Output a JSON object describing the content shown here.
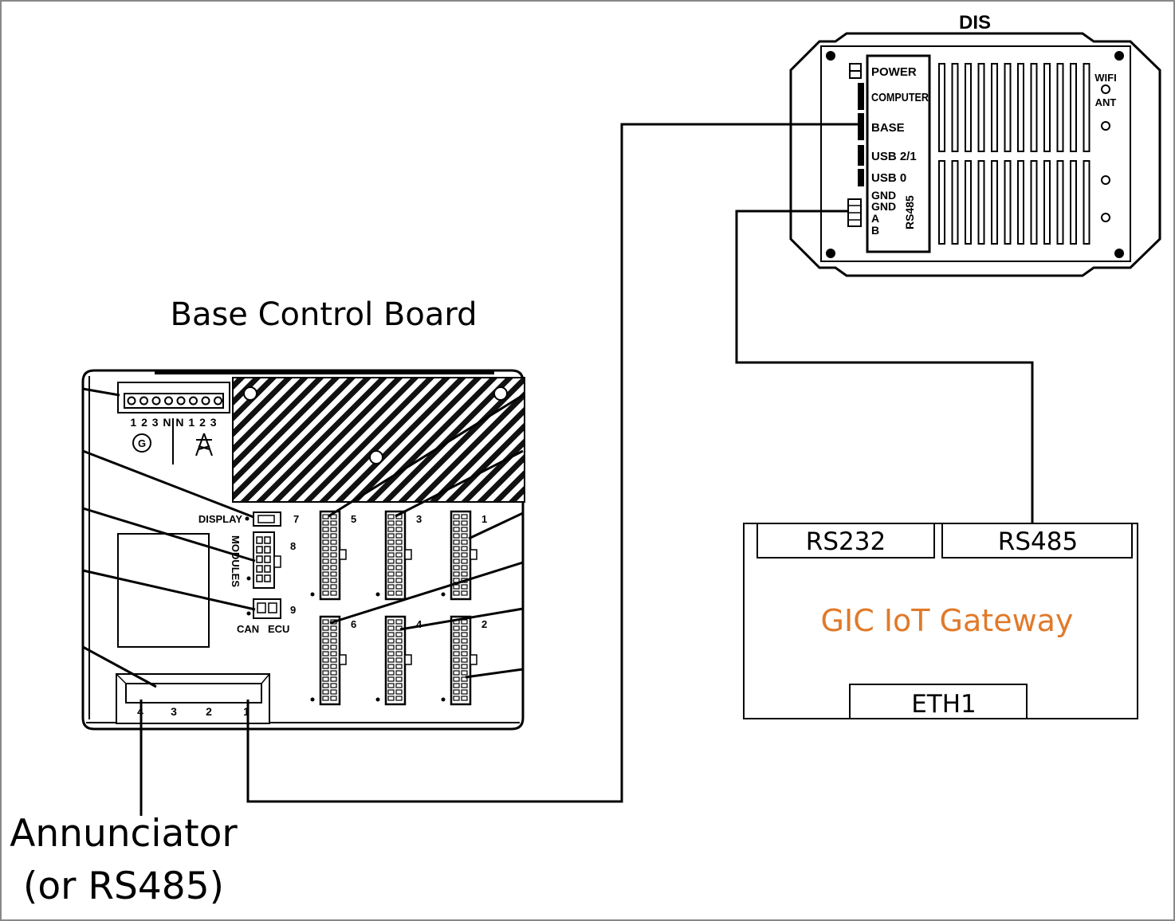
{
  "dis": {
    "title": "DIS",
    "labels": {
      "power": "POWER",
      "computer": "COMPUTER",
      "base": "BASE",
      "usb21": "USB 2/1",
      "usb0": "USB 0",
      "gnd1": "GND",
      "gnd2": "GND",
      "a": "A",
      "b": "B",
      "rs485": "RS485",
      "wifi": "WIFI",
      "ant": "ANT"
    }
  },
  "base_board": {
    "title": "Base Control Board",
    "terminal_labels": "1 2 3 N N 1 2 3",
    "display": "DISPLAY",
    "modules": "MODULES",
    "can": "CAN",
    "ecu": "ECU",
    "ports": {
      "p1": "1",
      "p2": "2",
      "p3": "3",
      "p4": "4",
      "p5": "5",
      "p6": "6",
      "p7": "7",
      "p8": "8",
      "p9": "9"
    },
    "annunciator_pins": {
      "pin4": "4",
      "pin3": "3",
      "pin2": "2",
      "pin1": "1"
    }
  },
  "gateway": {
    "title": "GIC IoT Gateway",
    "rs232": "RS232",
    "rs485": "RS485",
    "eth1": "ETH1",
    "title_color": "#E07A2A"
  },
  "annunciator": {
    "line1": "Annunciator",
    "line2": "(or RS485)"
  }
}
